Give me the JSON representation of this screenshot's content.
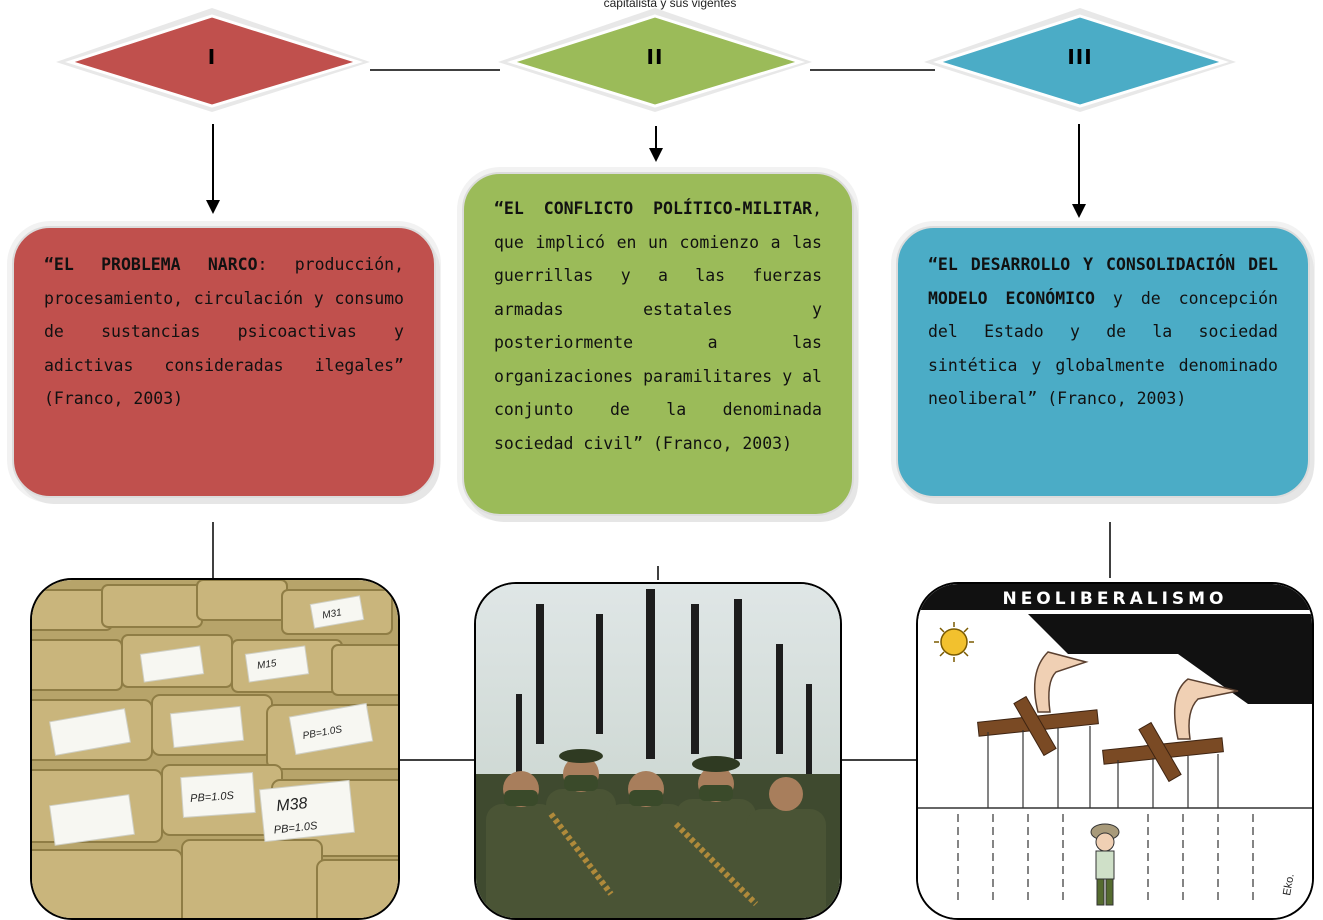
{
  "header": {
    "text": "capitalista y sus vigentes"
  },
  "diamonds": [
    {
      "label": "I",
      "color": "#c0504d"
    },
    {
      "label": "II",
      "color": "#9bbb59"
    },
    {
      "label": "III",
      "color": "#4bacc6"
    }
  ],
  "cards": [
    {
      "lead": "“EL PROBLEMA NARCO",
      "body": ": producción, procesamiento, circulación y consumo de sustancias psicoactivas y adictivas consideradas ilegales” (Franco, 2003)",
      "color": "#c0504d"
    },
    {
      "lead": "“EL CONFLICTO POLÍTICO-MILITAR",
      "body": ", que implicó en un comienzo a las guerrillas y a las fuerzas armadas estatales y posteriormente a las organizaciones paramilitares y al conjunto de la denominada sociedad civil” (Franco, 2003)",
      "color": "#9bbb59"
    },
    {
      "lead": "“EL DESARROLLO Y CONSOLIDACIÓN DEL MODELO ECONÓMICO",
      "body": " y de concepción del Estado y de la sociedad sintética y globalmente denominado neoliberal” (Franco, 2003)",
      "color": "#4bacc6"
    }
  ],
  "photos": {
    "drugs": {
      "labels": [
        "M38",
        "PB=1.0S",
        "PB=1.0S",
        "M31",
        "M15",
        "PB=1.0S"
      ]
    },
    "cartoon": {
      "title": "NEOLIBERALISMO",
      "signature": "Eko."
    }
  }
}
